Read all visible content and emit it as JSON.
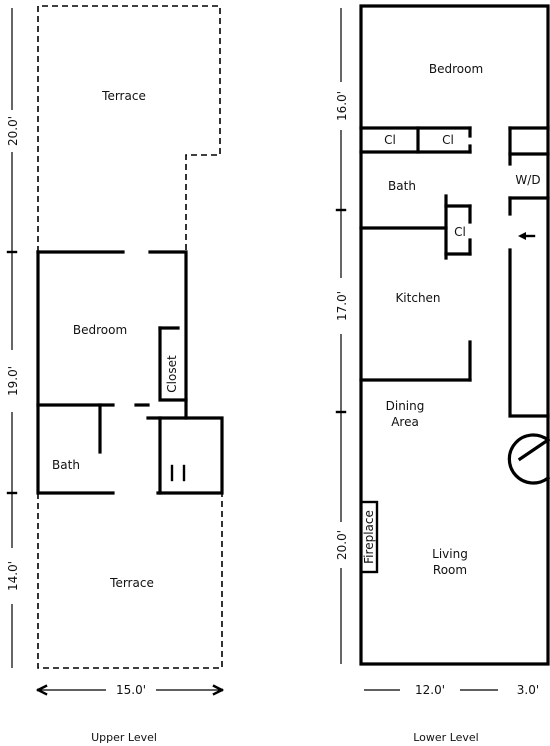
{
  "upper": {
    "rooms": {
      "terrace_top": "Terrace",
      "bedroom": "Bedroom",
      "closet": "Closet",
      "bath": "Bath",
      "terrace_bottom": "Terrace"
    },
    "dims": {
      "d1": "20.0'",
      "d2": "19.0'",
      "d3": "14.0'",
      "width": "15.0'"
    },
    "caption": "Upper Level"
  },
  "lower": {
    "rooms": {
      "bedroom": "Bedroom",
      "cl1": "Cl",
      "cl2": "Cl",
      "bath": "Bath",
      "wd": "W/D",
      "cl3": "Cl",
      "kitchen": "Kitchen",
      "dining1": "Dining",
      "dining2": "Area",
      "fireplace": "Fireplace",
      "living1": "Living",
      "living2": "Room"
    },
    "dims": {
      "d1": "16.0'",
      "d2": "17.0'",
      "d3": "20.0'",
      "w1": "12.0'",
      "w2": "3.0'"
    },
    "caption": "Lower Level"
  }
}
